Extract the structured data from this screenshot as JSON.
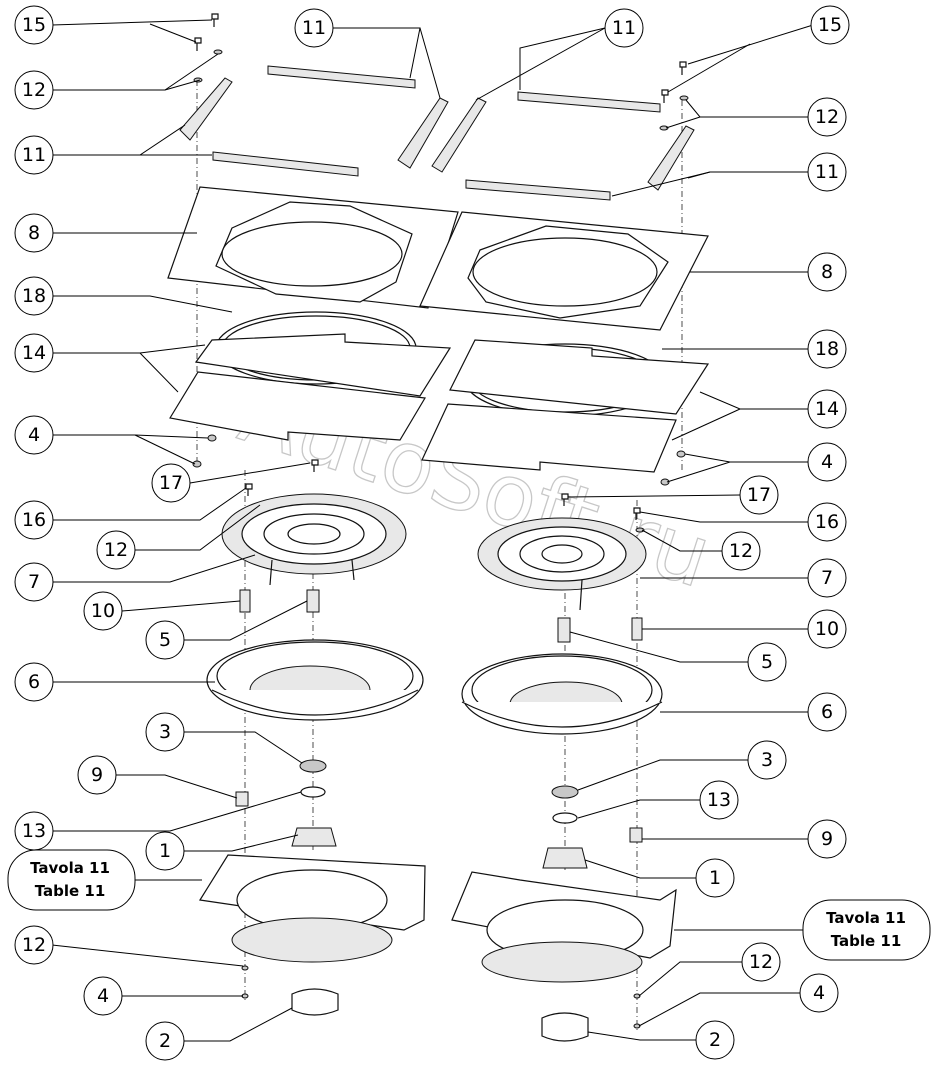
{
  "diagram": {
    "watermark": "AutoSoft.ru",
    "references": [
      {
        "line1": "Tavola 11",
        "line2": "Table 11"
      },
      {
        "line1": "Tavola 11",
        "line2": "Table 11"
      }
    ],
    "callouts": [
      "15",
      "12",
      "11",
      "8",
      "18",
      "14",
      "4",
      "17",
      "16",
      "12",
      "7",
      "10",
      "5",
      "6",
      "3",
      "9",
      "13",
      "1",
      "12",
      "4",
      "2",
      "11",
      "11",
      "15",
      "12",
      "11",
      "8",
      "18",
      "14",
      "4",
      "17",
      "16",
      "12",
      "7",
      "10",
      "5",
      "6",
      "3",
      "13",
      "9",
      "1",
      "12",
      "4",
      "2"
    ]
  }
}
